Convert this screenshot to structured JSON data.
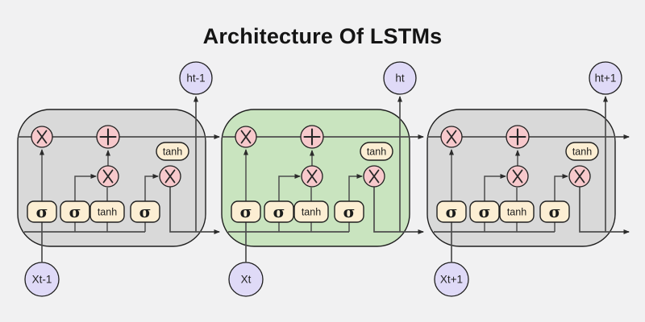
{
  "title": "Architecture Of LSTMs",
  "colors": {
    "background": "#f1f1f2",
    "cell_gray": "#d9d9d9",
    "cell_green": "#c9e4bf",
    "op_pink": "#f7c9cc",
    "gate_cream": "#fceed3",
    "node_lavender": "#dfdaf7",
    "line": "#4e4e4e",
    "border": "#1f1f1f",
    "title_color": "#141414"
  },
  "diagram": {
    "gate_labels": [
      "σ",
      "σ",
      "tanh",
      "σ"
    ],
    "tanh_pill_label": "tanh",
    "cells": [
      {
        "id": "previous-timestep",
        "fill": "#d9d9d9",
        "input_label": "Xt-1",
        "output_label": "ht-1"
      },
      {
        "id": "current-timestep",
        "fill": "#c9e4bf",
        "input_label": "Xt",
        "output_label": "ht"
      },
      {
        "id": "next-timestep",
        "fill": "#d9d9d9",
        "input_label": "Xt+1",
        "output_label": "ht+1"
      }
    ]
  }
}
